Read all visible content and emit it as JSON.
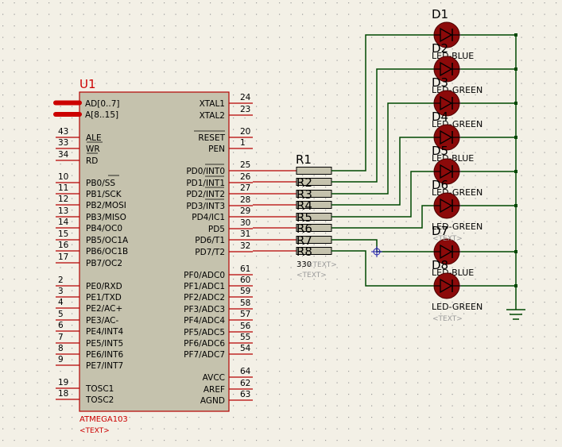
{
  "colors": {
    "background": "#f3f0e6",
    "grid_dot": "#9a9a9a",
    "component_outline": "#b40000",
    "component_body": "#c5c2ad",
    "wire": "#004800",
    "pin_text": "#000000",
    "label_red": "#cc0000",
    "placeholder_text": "#9a9a9a",
    "led_body": "#8c0a0a",
    "junction_blue": "#1a1aaa"
  },
  "mcu": {
    "designator": "U1",
    "part": "ATMEGA103",
    "text_placeholder": "<TEXT>",
    "bus_left": [
      {
        "label": "AD[0..7]"
      },
      {
        "label": "A[8..15]"
      }
    ],
    "left_pins": [
      {
        "num": "43",
        "label": "ALE"
      },
      {
        "num": "33",
        "label": "WR"
      },
      {
        "num": "34",
        "label": "RD"
      },
      {
        "num": "10",
        "label": "PB0/SS"
      },
      {
        "num": "11",
        "label": "PB1/SCK"
      },
      {
        "num": "12",
        "label": "PB2/MOSI"
      },
      {
        "num": "13",
        "label": "PB3/MISO"
      },
      {
        "num": "14",
        "label": "PB4/OC0"
      },
      {
        "num": "15",
        "label": "PB5/OC1A"
      },
      {
        "num": "16",
        "label": "PB6/OC1B"
      },
      {
        "num": "17",
        "label": "PB7/OC2"
      },
      {
        "num": "2",
        "label": "PE0/RXD"
      },
      {
        "num": "3",
        "label": "PE1/TXD"
      },
      {
        "num": "4",
        "label": "PE2/AC+"
      },
      {
        "num": "5",
        "label": "PE3/AC-"
      },
      {
        "num": "6",
        "label": "PE4/INT4"
      },
      {
        "num": "7",
        "label": "PE5/INT5"
      },
      {
        "num": "8",
        "label": "PE6/INT6"
      },
      {
        "num": "9",
        "label": "PE7/INT7"
      },
      {
        "num": "19",
        "label": "TOSC1"
      },
      {
        "num": "18",
        "label": "TOSC2"
      }
    ],
    "right_pins": [
      {
        "num": "24",
        "label": "XTAL1"
      },
      {
        "num": "23",
        "label": "XTAL2"
      },
      {
        "num": "20",
        "label": "RESET"
      },
      {
        "num": "1",
        "label": "PEN"
      },
      {
        "num": "25",
        "label": "PD0/INT0"
      },
      {
        "num": "26",
        "label": "PD1/INT1"
      },
      {
        "num": "27",
        "label": "PD2/INT2"
      },
      {
        "num": "28",
        "label": "PD3/INT3"
      },
      {
        "num": "29",
        "label": "PD4/IC1"
      },
      {
        "num": "30",
        "label": "PD5"
      },
      {
        "num": "31",
        "label": "PD6/T1"
      },
      {
        "num": "32",
        "label": "PD7/T2"
      },
      {
        "num": "61",
        "label": "PF0/ADC0"
      },
      {
        "num": "60",
        "label": "PF1/ADC1"
      },
      {
        "num": "59",
        "label": "PF2/ADC2"
      },
      {
        "num": "58",
        "label": "PF3/ADC3"
      },
      {
        "num": "57",
        "label": "PF4/ADC4"
      },
      {
        "num": "56",
        "label": "PF5/ADC5"
      },
      {
        "num": "55",
        "label": "PF6/ADC6"
      },
      {
        "num": "54",
        "label": "PF7/ADC7"
      },
      {
        "num": "64",
        "label": "AVCC"
      },
      {
        "num": "62",
        "label": "AREF"
      },
      {
        "num": "63",
        "label": "AGND"
      }
    ]
  },
  "resistors": {
    "labels": [
      "R1",
      "R2",
      "R3",
      "R4",
      "R5",
      "R6",
      "R7",
      "R8"
    ],
    "value": "330",
    "text_placeholders": [
      "<TEXT>",
      "<TEXT>"
    ]
  },
  "leds": [
    {
      "designator": "D1",
      "value": "LED-BLUE"
    },
    {
      "designator": "D2",
      "value": "LED-GREEN"
    },
    {
      "designator": "D3",
      "value": "LED-GREEN"
    },
    {
      "designator": "D4",
      "value": "LED-BLUE"
    },
    {
      "designator": "D5",
      "value": "LED-GREEN"
    },
    {
      "designator": "D6",
      "value": "LED-GREEN"
    },
    {
      "designator": "D7",
      "value": "LED-BLUE"
    },
    {
      "designator": "D8",
      "value": "LED-GREEN"
    }
  ],
  "led_text_placeholders": [
    "<TEXT>",
    "<TEXT>"
  ]
}
